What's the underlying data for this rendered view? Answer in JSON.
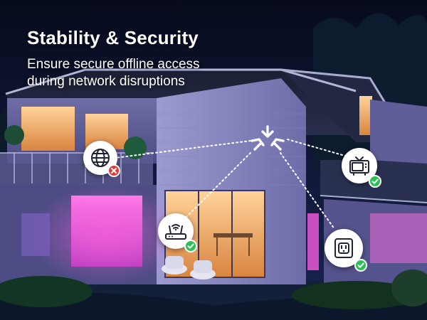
{
  "headline": "Stability & Security",
  "subtitle_line1": "Ensure secure offline access",
  "subtitle_line2": "during network disruptions",
  "hub": {
    "icon": "matter-hub-icon"
  },
  "devices": [
    {
      "name": "internet",
      "icon": "globe-icon",
      "status": "offline",
      "status_icon": "x-icon"
    },
    {
      "name": "router",
      "icon": "wifi-router-icon",
      "status": "online",
      "status_icon": "check-icon"
    },
    {
      "name": "tv",
      "icon": "tv-icon",
      "status": "online",
      "status_icon": "check-icon"
    },
    {
      "name": "smart-plug",
      "icon": "outlet-icon",
      "status": "online",
      "status_icon": "check-icon"
    }
  ],
  "colors": {
    "night_sky": "#0b1026",
    "interior_glow": "#f7b46a",
    "magenta_light": "#e14fd6",
    "success": "#2fbf57",
    "error": "#e23b3b",
    "text": "#ffffff"
  }
}
